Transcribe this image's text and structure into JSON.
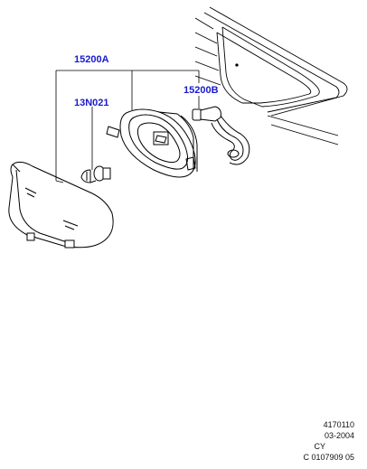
{
  "callouts": {
    "housing": "15200A",
    "bulb": "13N021",
    "connector": "15200B"
  },
  "footer": {
    "line1": "4170110",
    "line2": "03-2004",
    "line3": "CY",
    "line4": "C 0107909 05"
  },
  "colors": {
    "callout": "#1a1acc",
    "line": "#000000"
  }
}
